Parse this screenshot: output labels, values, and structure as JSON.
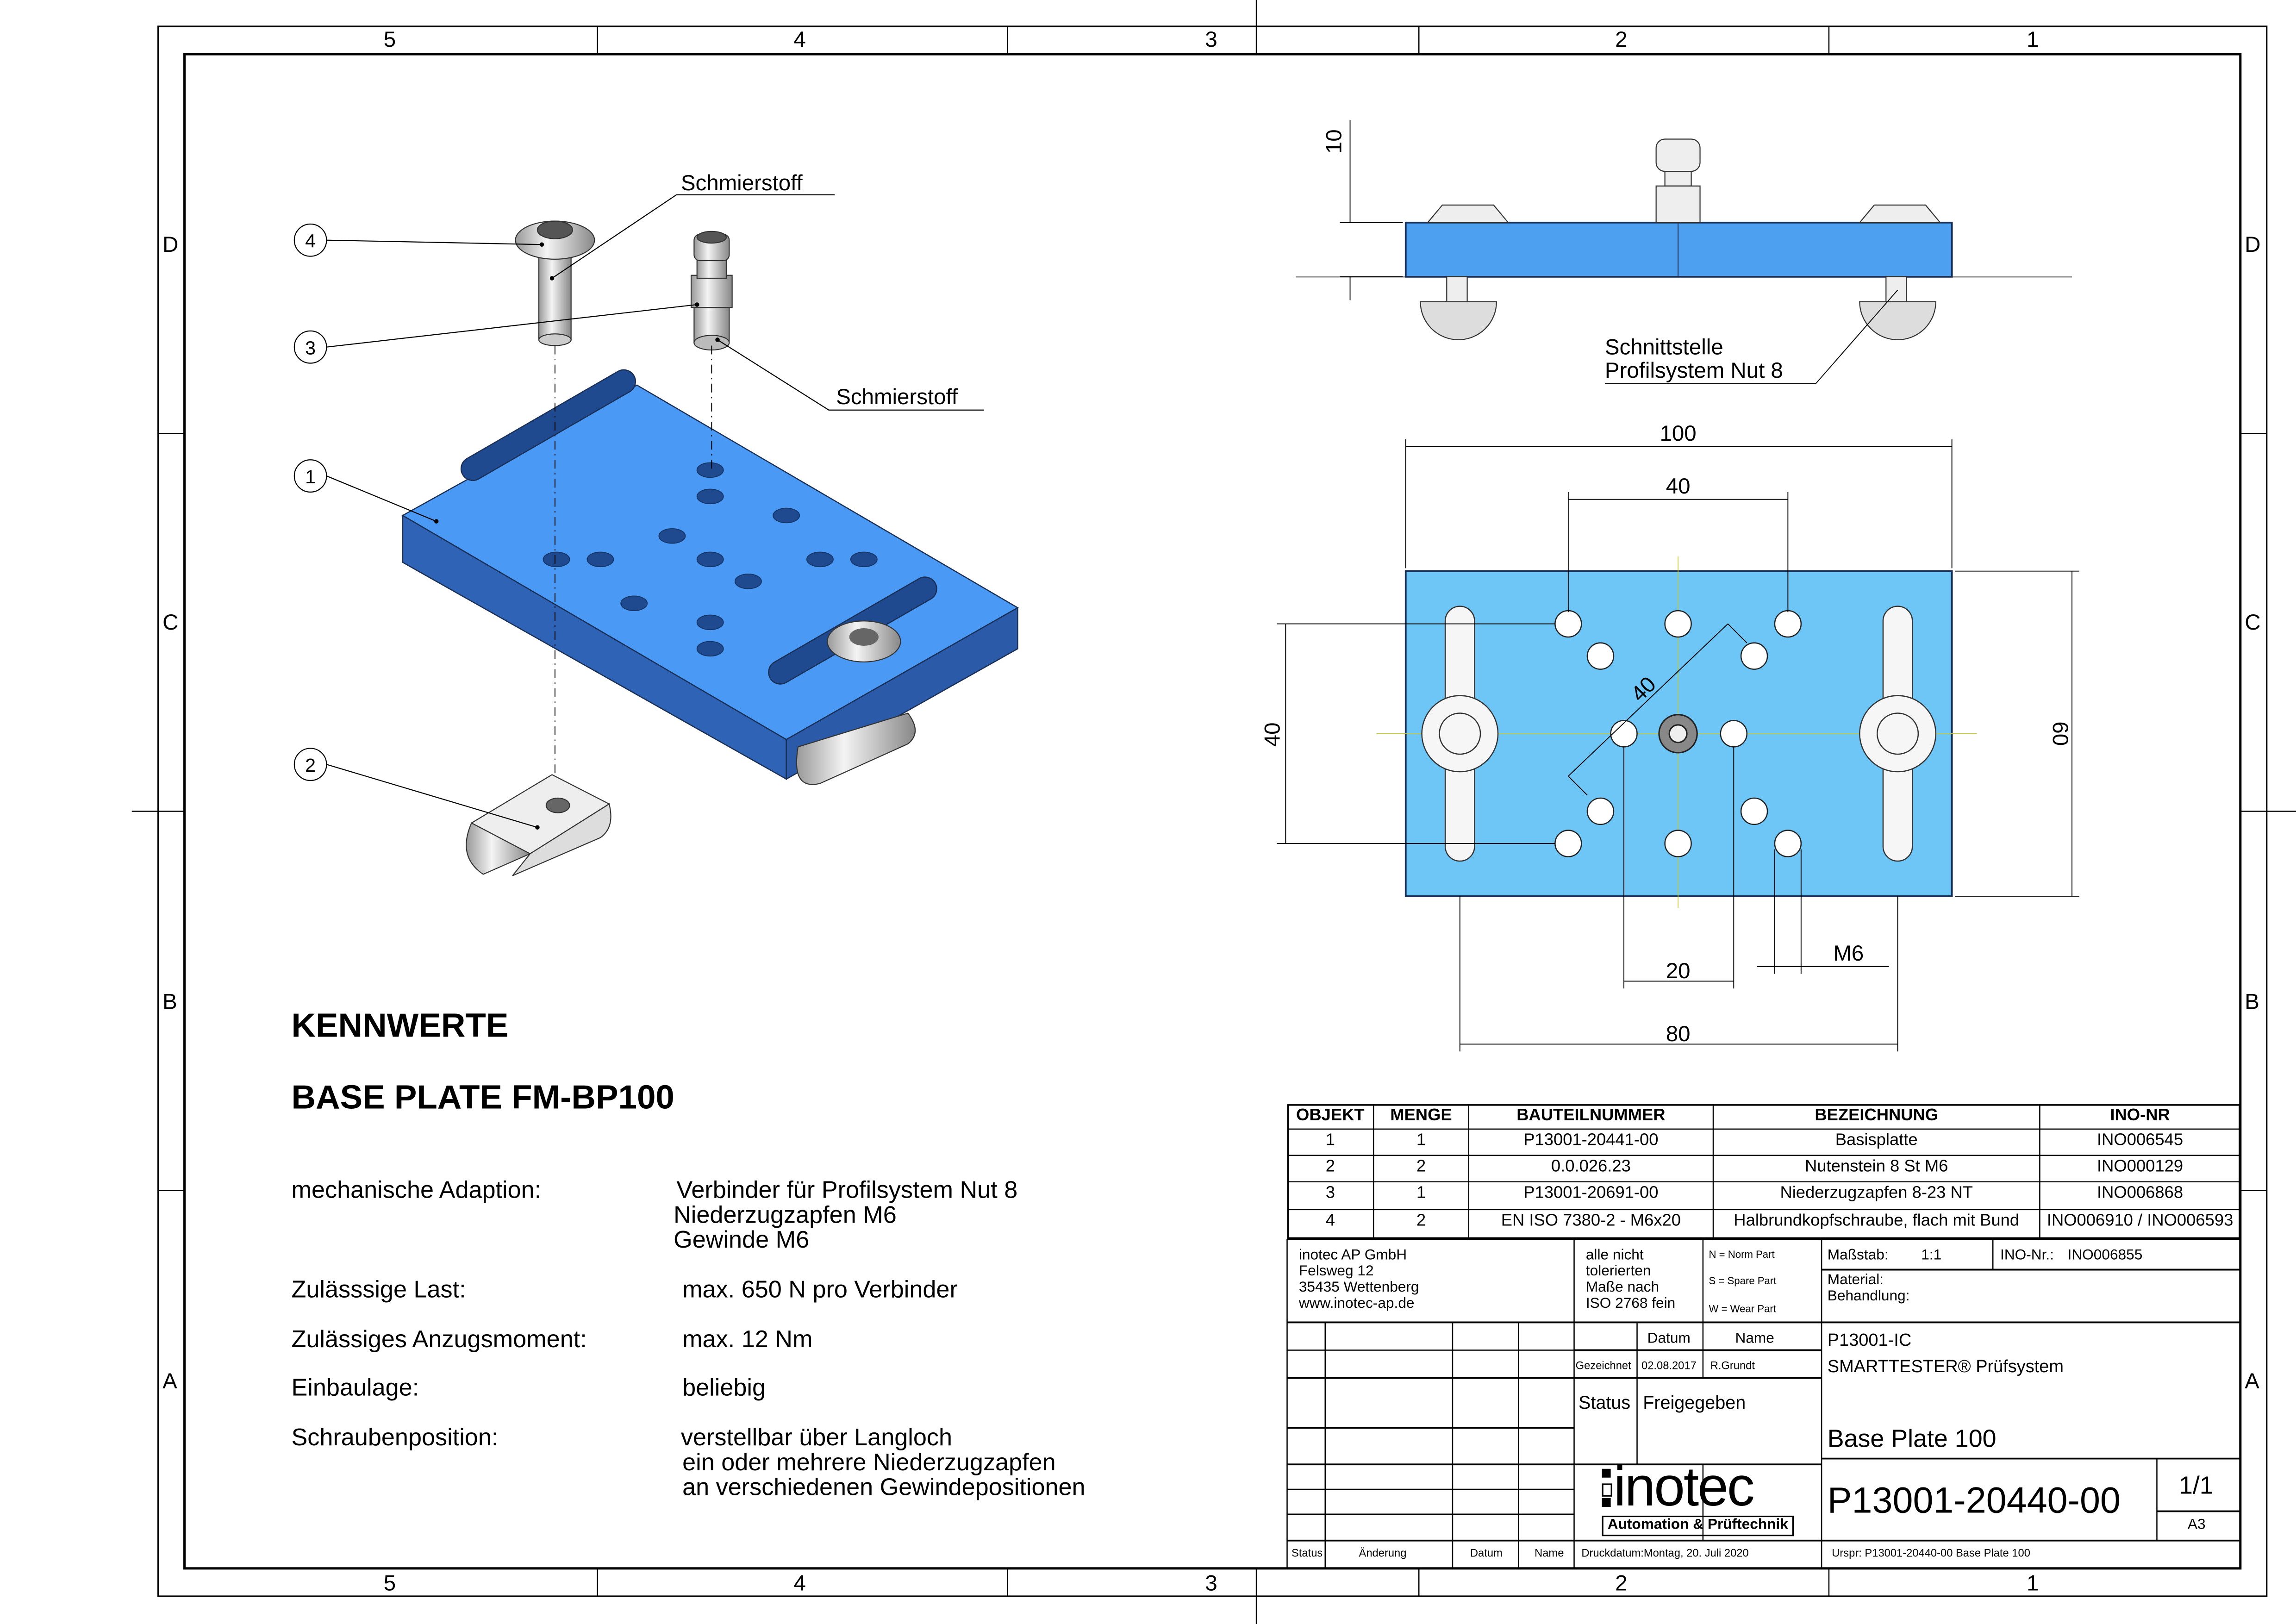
{
  "frame": {
    "columns": [
      "5",
      "4",
      "3",
      "2",
      "1"
    ],
    "rows": [
      "D",
      "C",
      "B",
      "A"
    ]
  },
  "iso_view": {
    "callouts": [
      "1",
      "2",
      "3",
      "4"
    ],
    "lubricant_label_top": "Schmierstoff",
    "lubricant_label_mid": "Schmierstoff"
  },
  "side_view": {
    "dim_height": "10",
    "interface_label_1": "Schnittstelle",
    "interface_label_2": "Profilsystem Nut 8"
  },
  "top_view": {
    "dim_width": "100",
    "dim_inner": "40",
    "dim_diag": "40",
    "dim_left_height": "40",
    "dim_right_height": "60",
    "dim_20": "20",
    "dim_80": "80",
    "thread": "M6"
  },
  "specs": {
    "heading": "KENNWERTE",
    "product": "BASE PLATE FM-BP100",
    "items": [
      {
        "label": "mechanische Adaption:",
        "lines": [
          "Verbinder für Profilsystem Nut 8",
          "Niederzugzapfen M6",
          "Gewinde M6"
        ]
      },
      {
        "label": "Zulässsige Last:",
        "lines": [
          "max. 650 N pro Verbinder"
        ]
      },
      {
        "label": "Zulässiges Anzugsmoment:",
        "lines": [
          "max. 12 Nm"
        ]
      },
      {
        "label": "Einbaulage:",
        "lines": [
          "beliebig"
        ]
      },
      {
        "label": "Schraubenposition:",
        "lines": [
          "verstellbar über Langloch",
          "ein oder mehrere Niederzugzapfen",
          "an verschiedenen Gewindepositionen"
        ]
      }
    ]
  },
  "parts_table": {
    "headers": [
      "OBJEKT",
      "MENGE",
      "BAUTEILNUMMER",
      "BEZEICHNUNG",
      "INO-NR"
    ],
    "rows": [
      [
        "1",
        "1",
        "P13001-20441-00",
        "Basisplatte",
        "INO006545"
      ],
      [
        "2",
        "2",
        "0.0.026.23",
        "Nutenstein 8 St M6",
        "INO000129"
      ],
      [
        "3",
        "1",
        "P13001-20691-00",
        "Niederzugzapfen 8-23 NT",
        "INO006868"
      ],
      [
        "4",
        "2",
        "EN ISO 7380-2 - M6x20",
        "Halbrundkopfschraube, flach mit Bund",
        "INO006910 / INO006593"
      ]
    ]
  },
  "title_block": {
    "company": [
      "inotec AP GmbH",
      "Felsweg 12",
      "35435 Wettenberg",
      "www.inotec-ap.de"
    ],
    "tolerance": [
      "alle nicht",
      "tolerierten",
      "Maße nach",
      "ISO 2768 fein"
    ],
    "part_types": [
      "N = Norm Part",
      "S = Spare Part",
      "W = Wear Part"
    ],
    "scale_label": "Maßstab:",
    "scale_value": "1:1",
    "ino_label": "INO-Nr.:",
    "ino_value": "INO006855",
    "material_label": "Material:",
    "treatment_label": "Behandlung:",
    "datum_header": "Datum",
    "name_header": "Name",
    "drawn_label": "Gezeichnet",
    "drawn_date": "02.08.2017",
    "drawn_name": "R.Grundt",
    "status_label": "Status",
    "status_value": "Freigegeben",
    "project": "P13001-IC",
    "system": "SMARTTESTER® Prüfsystem",
    "title": "Base Plate 100",
    "logo_main": "inotec",
    "logo_sub": "Automation & Prüftechnik",
    "drawing_number": "P13001-20440-00",
    "sheet": "1/1",
    "format": "A3",
    "rev_headers": [
      "Status",
      "Änderung",
      "Datum",
      "Name"
    ],
    "print_date": "Druckdatum:Montag, 20. Juli 2020",
    "origin": "Urspr: P13001-20440-00 Base Plate 100"
  }
}
